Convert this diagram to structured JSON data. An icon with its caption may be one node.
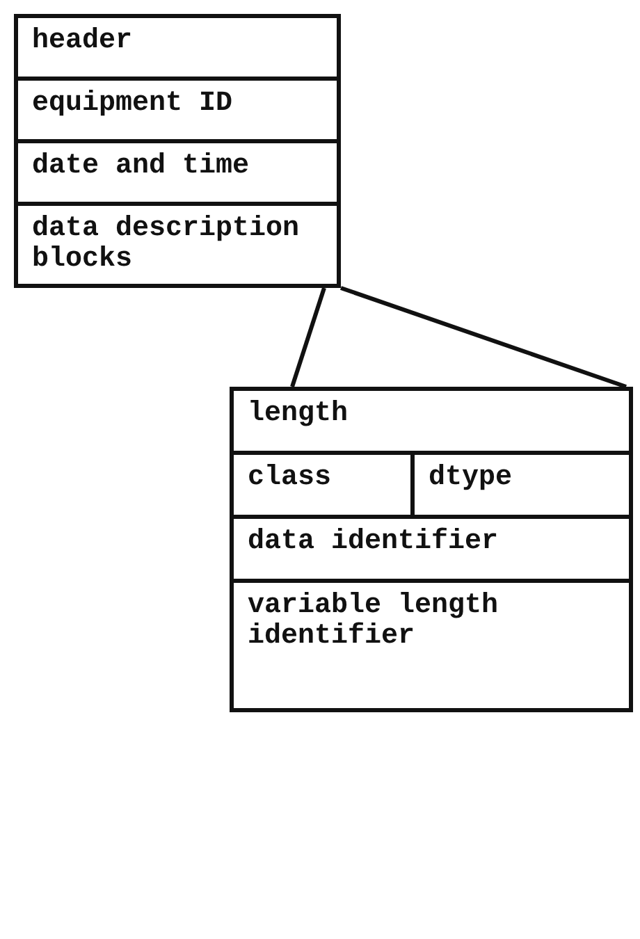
{
  "diagram": {
    "nodes": [
      {
        "text": [
          "header"
        ]
      },
      {
        "text": [
          "equipment ID"
        ]
      },
      {
        "text": [
          "date and time"
        ]
      },
      {
        "text": [
          "data description blocks"
        ]
      },
      {
        "text": [],
        "shape": "box"
      },
      {
        "text": [
          "length"
        ],
        "in": 4
      },
      {
        "text": [
          "class"
        ],
        "in": 4
      },
      {
        "text": [
          "dtype"
        ],
        "in": 4
      },
      {
        "text": [
          "data identifier"
        ],
        "in": 4
      },
      {
        "text": [
          "variable length identifier"
        ],
        "in": 4
      }
    ],
    "edges": [
      {
        "from": 3,
        "to": 4,
        "arrow": "none"
      },
      {
        "from": 3,
        "to": 4,
        "arrow": "none"
      }
    ]
  }
}
